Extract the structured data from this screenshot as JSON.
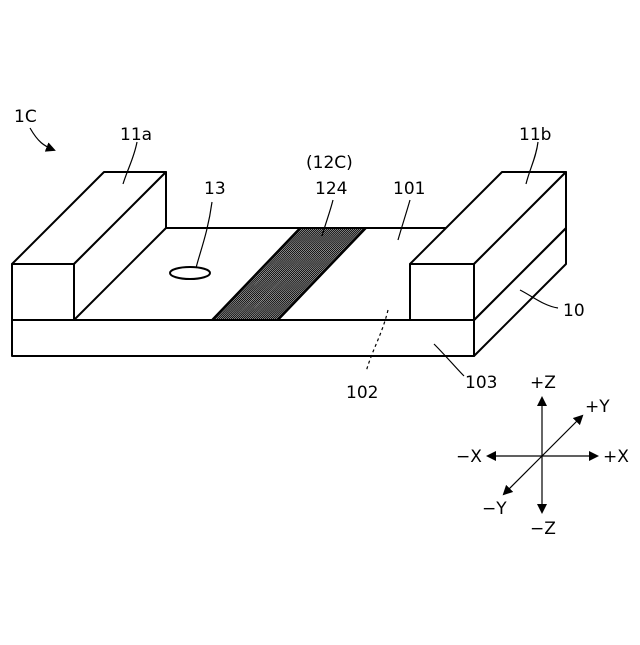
{
  "figure": {
    "reference": "1C",
    "labels": {
      "electrode_left": "11a",
      "electrode_right": "11b",
      "hole": "13",
      "group": "(12C)",
      "stripe": "124",
      "top_surface": "101",
      "side_surface": "102",
      "bottom_surface": "103",
      "substrate": "10"
    },
    "axes": {
      "plus_z": "+Z",
      "minus_z": "−Z",
      "plus_x": "+X",
      "minus_x": "−X",
      "plus_y": "+Y",
      "minus_y": "−Y"
    }
  }
}
